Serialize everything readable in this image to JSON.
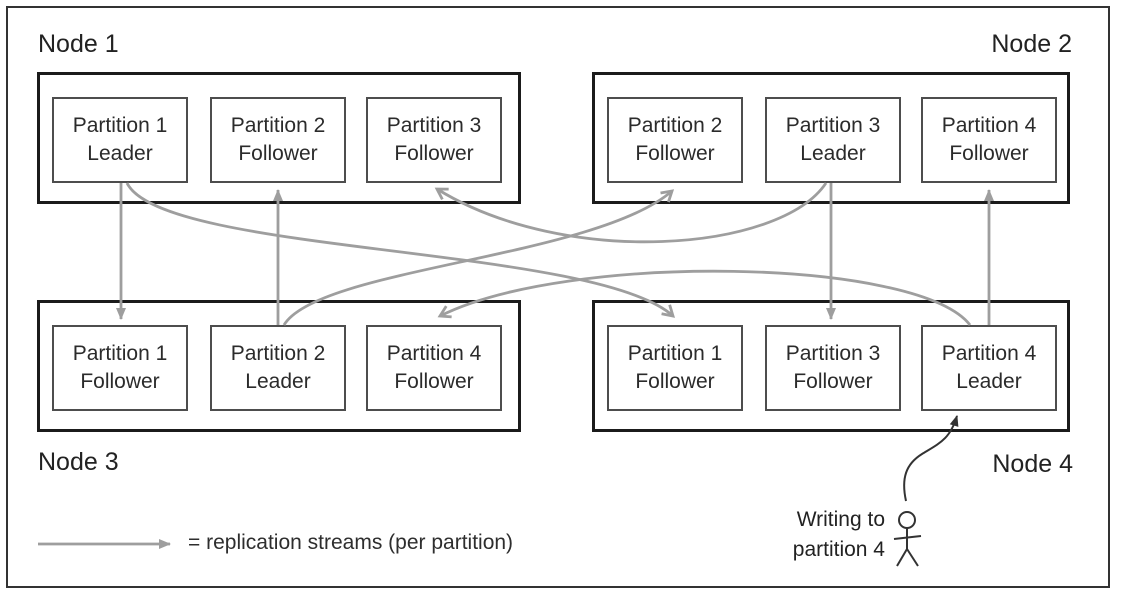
{
  "nodes": [
    {
      "label": "Node 1",
      "partitions": [
        {
          "name": "Partition 1",
          "role": "Leader"
        },
        {
          "name": "Partition 2",
          "role": "Follower"
        },
        {
          "name": "Partition 3",
          "role": "Follower"
        }
      ]
    },
    {
      "label": "Node 2",
      "partitions": [
        {
          "name": "Partition 2",
          "role": "Follower"
        },
        {
          "name": "Partition 3",
          "role": "Leader"
        },
        {
          "name": "Partition 4",
          "role": "Follower"
        }
      ]
    },
    {
      "label": "Node 3",
      "partitions": [
        {
          "name": "Partition 1",
          "role": "Follower"
        },
        {
          "name": "Partition 2",
          "role": "Leader"
        },
        {
          "name": "Partition 4",
          "role": "Follower"
        }
      ]
    },
    {
      "label": "Node 4",
      "partitions": [
        {
          "name": "Partition 1",
          "role": "Follower"
        },
        {
          "name": "Partition 3",
          "role": "Follower"
        },
        {
          "name": "Partition 4",
          "role": "Leader"
        }
      ]
    }
  ],
  "legend": {
    "symbol": "replication-arrow",
    "text": "= replication streams (per partition)"
  },
  "annotation": {
    "line1": "Writing to",
    "line2": "partition 4",
    "icon": "stick-figure-icon"
  },
  "replication_streams": [
    {
      "partition": "Partition 1",
      "from": "Node 1",
      "to": "Node 3"
    },
    {
      "partition": "Partition 1",
      "from": "Node 1",
      "to": "Node 4"
    },
    {
      "partition": "Partition 2",
      "from": "Node 3",
      "to": "Node 1"
    },
    {
      "partition": "Partition 2",
      "from": "Node 3",
      "to": "Node 2"
    },
    {
      "partition": "Partition 3",
      "from": "Node 2",
      "to": "Node 1"
    },
    {
      "partition": "Partition 3",
      "from": "Node 2",
      "to": "Node 4"
    },
    {
      "partition": "Partition 4",
      "from": "Node 4",
      "to": "Node 2"
    },
    {
      "partition": "Partition 4",
      "from": "Node 4",
      "to": "Node 3"
    }
  ],
  "colors": {
    "replication_arrow": "#9e9e9e",
    "write_arrow": "#333333",
    "node_border": "#1b1b1b",
    "partition_border": "#4d4d4d",
    "frame_border": "#333333",
    "text": "#232323"
  }
}
